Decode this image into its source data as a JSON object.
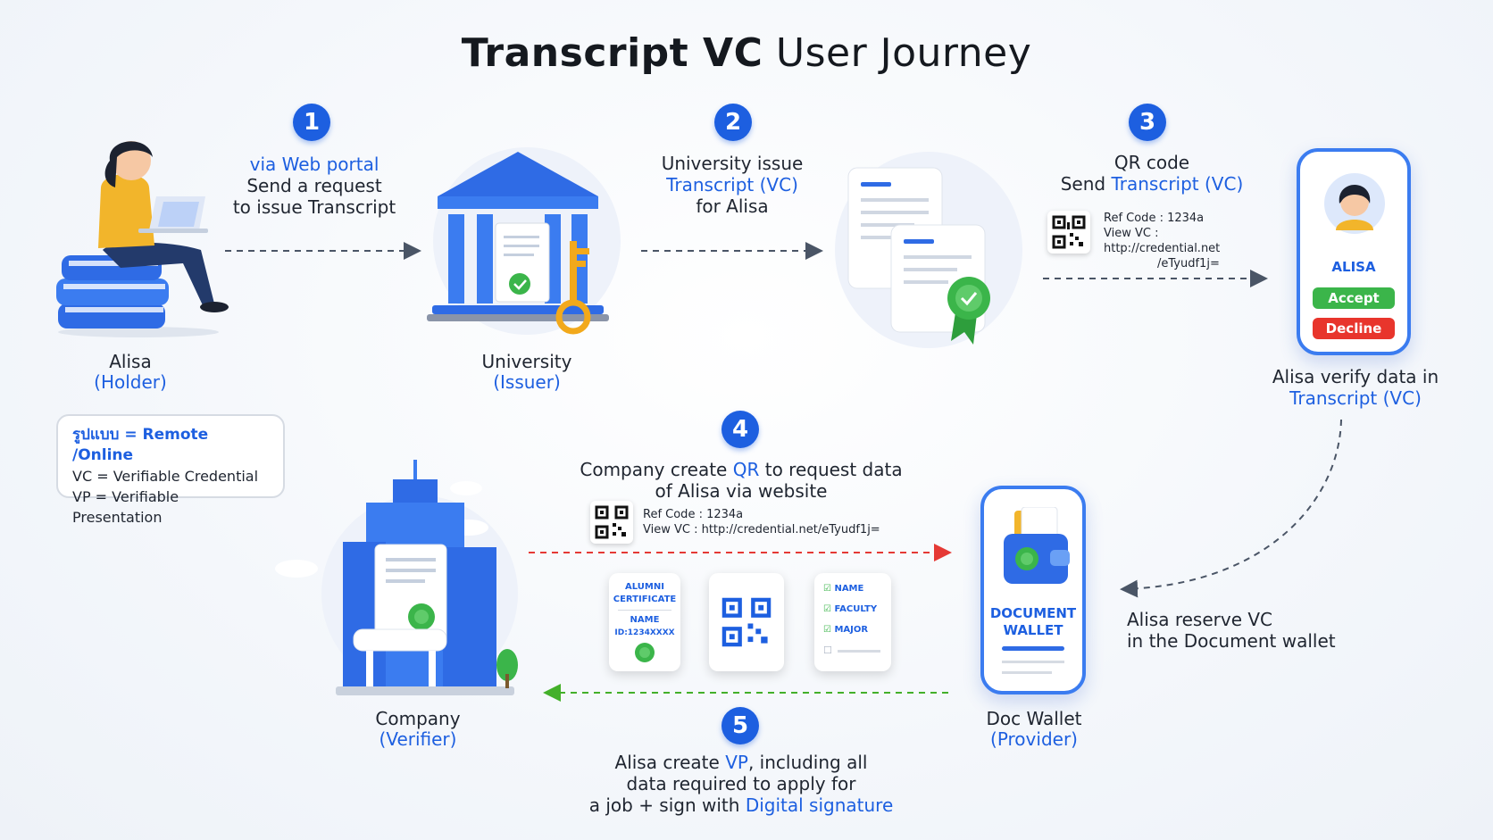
{
  "title": {
    "bold": "Transcript VC",
    "rest": "User Journey"
  },
  "steps": [
    {
      "num": "1",
      "lines": [
        "via Web portal",
        "Send a request",
        "to issue Transcript"
      ]
    },
    {
      "num": "2",
      "line1": "University issue",
      "line2": "Transcript (VC)",
      "line3": "for Alisa"
    },
    {
      "num": "3",
      "line1": "QR code",
      "line2a": "Send ",
      "line2b": "Transcript (VC)",
      "ref": "Ref Code : 1234a",
      "view": "View VC : http://credential.net",
      "view2": "/eTyudf1j="
    },
    {
      "num": "4",
      "line1a": "Company create ",
      "line1b": "QR",
      "line1c": " to request data",
      "line2": "of Alisa via website",
      "ref": "Ref Code : 1234a",
      "view": "View VC : http://credential.net/eTyudf1j="
    },
    {
      "num": "5",
      "line1a": "Alisa create ",
      "line1b": "VP",
      "line1c": ", including all",
      "line2": "data required to apply for",
      "line3a": "a job + sign with ",
      "line3b": "Digital signature"
    }
  ],
  "actors": {
    "holder": {
      "name": "Alisa",
      "role": "(Holder)"
    },
    "issuer": {
      "name": "University",
      "role": "(Issuer)"
    },
    "verifier": {
      "name": "Company",
      "role": "(Verifier)"
    },
    "provider": {
      "name": "Doc Wallet",
      "role": "(Provider)"
    }
  },
  "phone": {
    "name": "ALISA",
    "accept": "Accept",
    "decline": "Decline"
  },
  "verify": {
    "line1": "Alisa verify data in",
    "line2": "Transcript (VC)"
  },
  "reserve": {
    "line1": "Alisa reserve VC",
    "line2": "in the Document wallet"
  },
  "wallet": {
    "line1": "DOCUMENT",
    "line2": "WALLET"
  },
  "legend": {
    "line1": "รูปแบบ = Remote /Online",
    "line2": "VC = Verifiable Credential",
    "line3": "VP = Verifiable Presentation"
  },
  "vp_cards": {
    "cert_line1": "ALUMNI",
    "cert_line2": "CERTIFICATE",
    "cert_name": "NAME",
    "cert_id": "ID:1234XXXX",
    "check1": "NAME",
    "check2": "FACULTY",
    "check3": "MAJOR"
  },
  "colors": {
    "accent": "#1d5fe0",
    "accept": "#3bb54a",
    "decline": "#e8352c",
    "request_arrow": "#e53935",
    "response_arrow": "#43b02a"
  }
}
